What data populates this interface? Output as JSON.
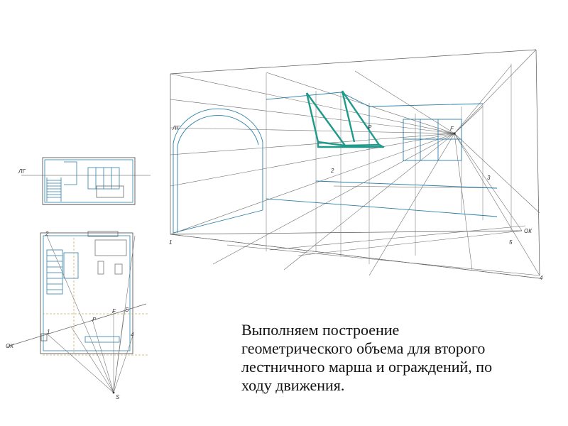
{
  "caption": {
    "lines": [
      "Выполняем построение",
      "геометрического объема для второго",
      "лестничного марша и ограждений, по",
      "ходу движения."
    ]
  },
  "labels": {
    "picture_plane_top": "ЛГ",
    "ground_line": "ОК",
    "vanishing_point": "F",
    "point_p": "P",
    "station_point": "S",
    "fz": "F",
    "n1": "1",
    "n2": "2",
    "n3": "3",
    "n4": "4",
    "n5": "5"
  },
  "colors": {
    "line": "#555555",
    "accent": "#2a7fa8",
    "highlight": "#1f9a8a"
  }
}
